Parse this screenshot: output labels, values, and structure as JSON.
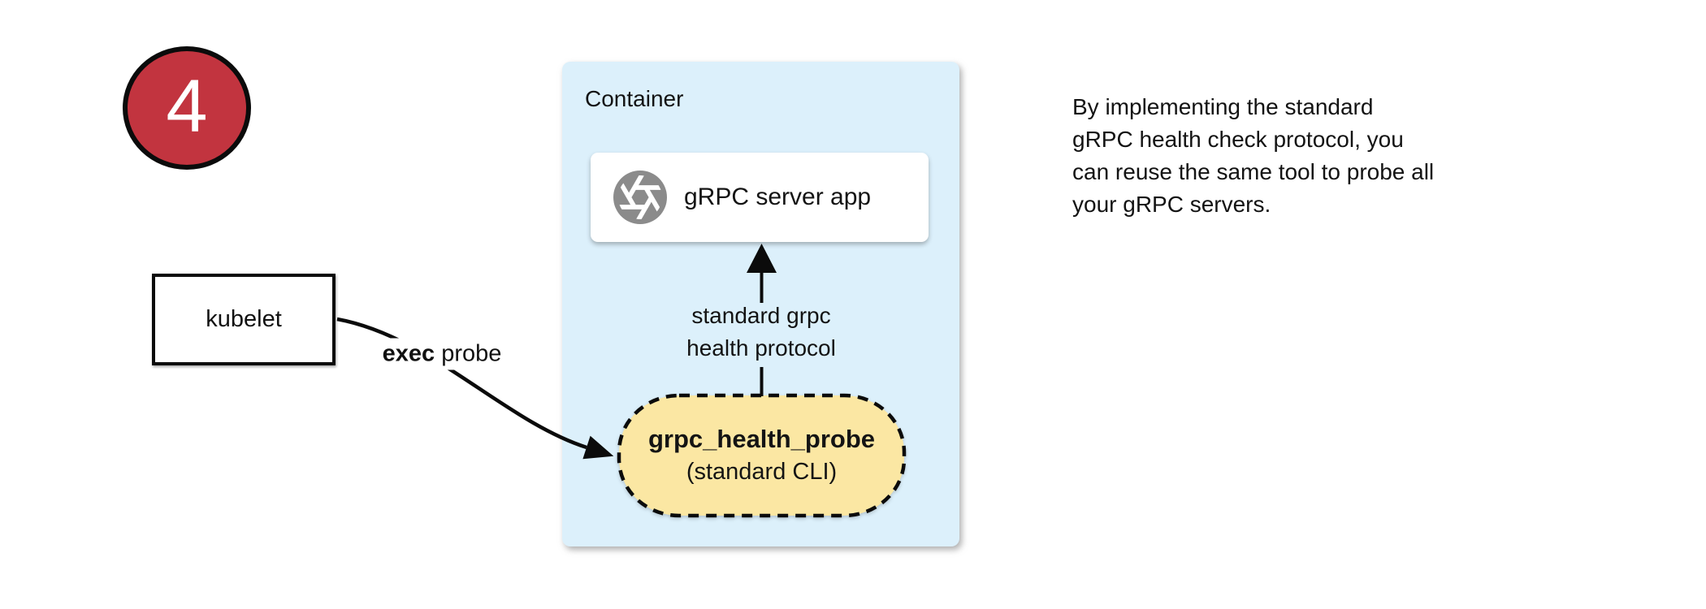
{
  "badge": {
    "number": "4"
  },
  "nodes": {
    "kubelet": {
      "label": "kubelet"
    }
  },
  "container": {
    "title": "Container",
    "server_app": {
      "label": "gRPC server app",
      "icon": "aperture-icon"
    },
    "health_probe": {
      "title": "grpc_health_probe",
      "subtitle": "(standard CLI)"
    }
  },
  "edges": {
    "exec_probe": {
      "keyword": "exec",
      "rest": " probe"
    },
    "health_protocol": {
      "line1": "standard grpc",
      "line2": "health protocol"
    }
  },
  "note": {
    "lines": [
      "By implementing the standard",
      "gRPC health check protocol, you",
      "can reuse the same tool to probe all",
      "your gRPC servers."
    ]
  },
  "colors": {
    "badge_bg": "#C2343F",
    "container_bg": "#DCF0FB",
    "probe_bg": "#FBE7A3",
    "icon_gray": "#8B8B8B"
  }
}
